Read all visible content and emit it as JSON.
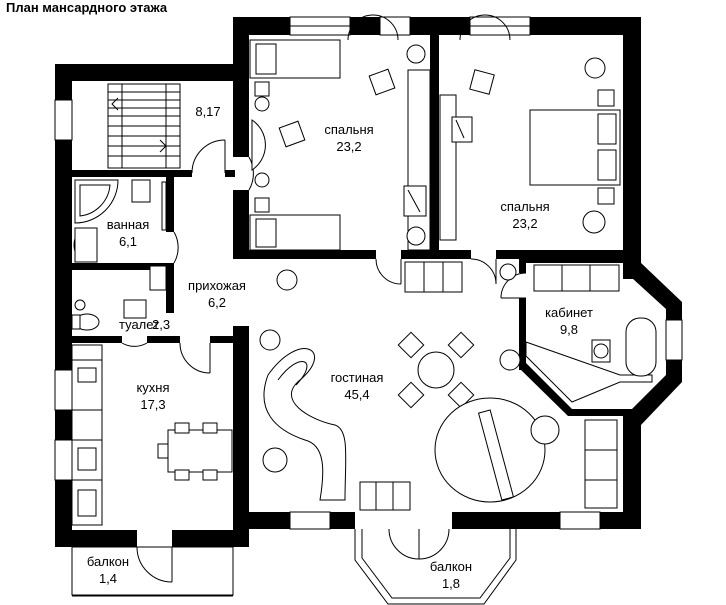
{
  "title": "План мансардного этажа",
  "rooms": [
    {
      "id": "stairs",
      "name": "",
      "area": "8,17"
    },
    {
      "id": "bedroom-1",
      "name": "спальня",
      "area": "23,2"
    },
    {
      "id": "bedroom-2",
      "name": "спальня",
      "area": "23,2"
    },
    {
      "id": "bathroom",
      "name": "ванная",
      "area": "6,1"
    },
    {
      "id": "hallway",
      "name": "прихожая",
      "area": "6,2"
    },
    {
      "id": "toilet",
      "name": "туалет",
      "area": "2,3"
    },
    {
      "id": "study",
      "name": "кабинет",
      "area": "9,8"
    },
    {
      "id": "kitchen",
      "name": "кухня",
      "area": "17,3"
    },
    {
      "id": "living-room",
      "name": "гостиная",
      "area": "45,4"
    },
    {
      "id": "balcony-1",
      "name": "балкон",
      "area": "1,4"
    },
    {
      "id": "balcony-2",
      "name": "балкон",
      "area": "1,8"
    }
  ]
}
